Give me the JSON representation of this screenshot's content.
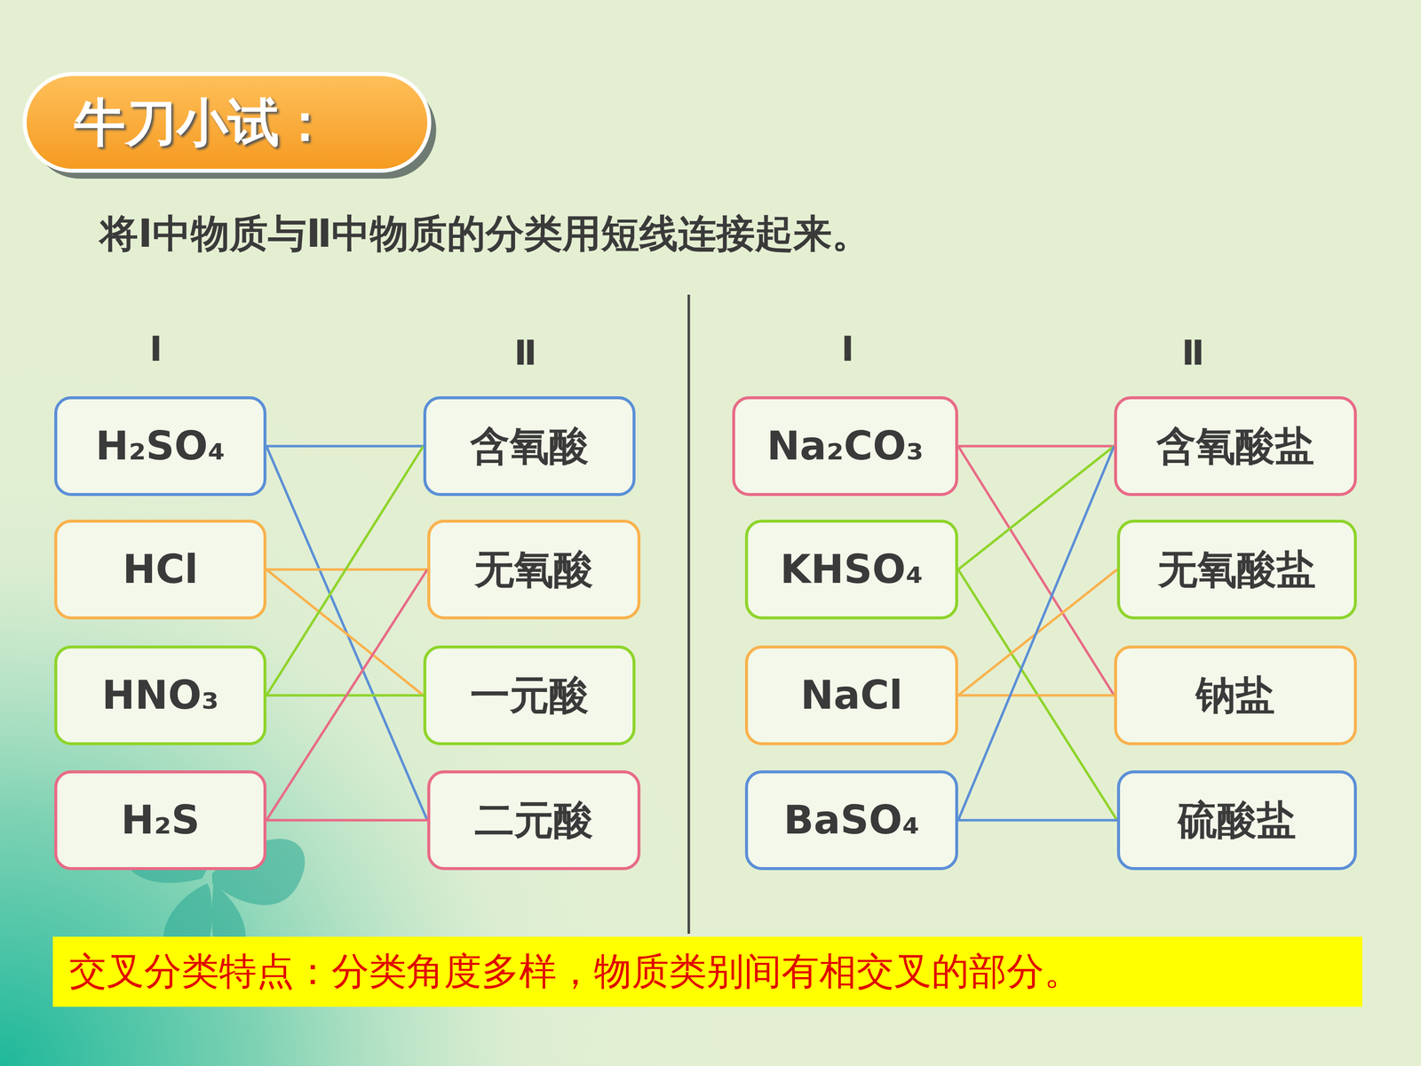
{
  "diagram": {
    "title": "牛刀小试：",
    "caption": "交叉分类特点：分类角度多样，物质类别间有相交叉的部分。",
    "nodes": [
      {
        "text": [
          "H₂SO₄"
        ]
      },
      {
        "text": [
          "HCl"
        ]
      },
      {
        "text": [
          "HNO₃"
        ]
      },
      {
        "text": [
          "H₂S"
        ]
      },
      {
        "text": [
          "含氧酸"
        ]
      },
      {
        "text": [
          "无氧酸"
        ]
      },
      {
        "text": [
          "一元酸"
        ]
      },
      {
        "text": [
          "二元酸"
        ]
      },
      {
        "text": [
          "Na₂CO₃"
        ]
      },
      {
        "text": [
          "KHSO₄"
        ]
      },
      {
        "text": [
          "NaCl"
        ]
      },
      {
        "text": [
          "BaSO₄"
        ]
      },
      {
        "text": [
          "含氧酸盐"
        ]
      },
      {
        "text": [
          "无氧酸盐"
        ]
      },
      {
        "text": [
          "钠盐"
        ]
      },
      {
        "text": [
          "硫酸盐"
        ]
      }
    ],
    "edges": [
      {
        "from": 0,
        "to": 4,
        "arrow": "none"
      },
      {
        "from": 0,
        "to": 7,
        "arrow": "none"
      },
      {
        "from": 1,
        "to": 5,
        "arrow": "none"
      },
      {
        "from": 1,
        "to": 6,
        "arrow": "none"
      },
      {
        "from": 2,
        "to": 4,
        "arrow": "none"
      },
      {
        "from": 2,
        "to": 6,
        "arrow": "none"
      },
      {
        "from": 3,
        "to": 5,
        "arrow": "none"
      },
      {
        "from": 3,
        "to": 7,
        "arrow": "none"
      },
      {
        "from": 8,
        "to": 12,
        "arrow": "none"
      },
      {
        "from": 8,
        "to": 14,
        "arrow": "none"
      },
      {
        "from": 9,
        "to": 12,
        "arrow": "none"
      },
      {
        "from": 9,
        "to": 15,
        "arrow": "none"
      },
      {
        "from": 10,
        "to": 13,
        "arrow": "none"
      },
      {
        "from": 10,
        "to": 14,
        "arrow": "none"
      },
      {
        "from": 11,
        "to": 12,
        "arrow": "none"
      },
      {
        "from": 11,
        "to": 15,
        "arrow": "none"
      }
    ],
    "labels": [
      "将Ⅰ中物质与Ⅱ中物质的分类用短线连接起来。",
      "Ⅰ",
      "Ⅱ",
      "Ⅰ",
      "Ⅱ"
    ]
  }
}
